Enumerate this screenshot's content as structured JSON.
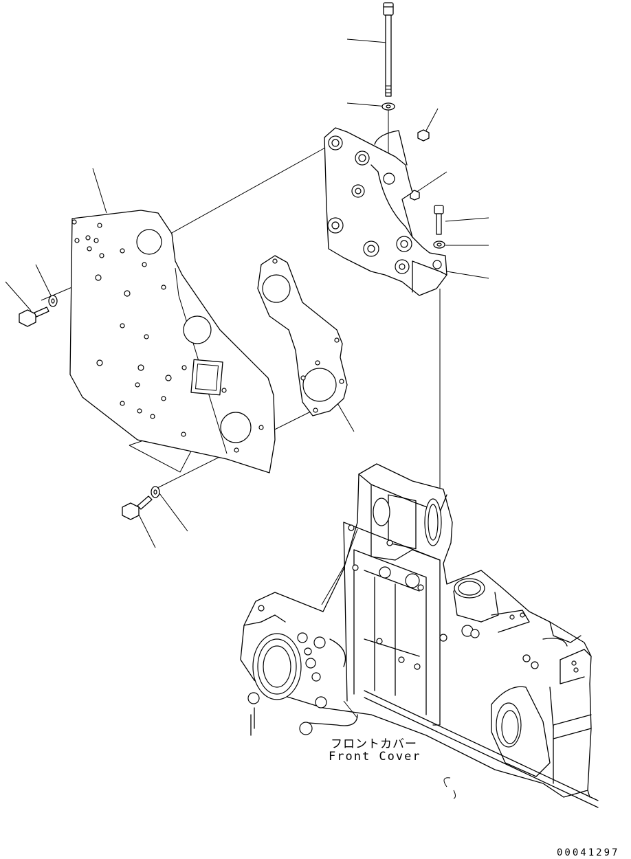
{
  "callout_text": {
    "front_cover_jp": "フロントカバー",
    "front_cover_en": "Front Cover"
  },
  "drawing_number": "00041297"
}
